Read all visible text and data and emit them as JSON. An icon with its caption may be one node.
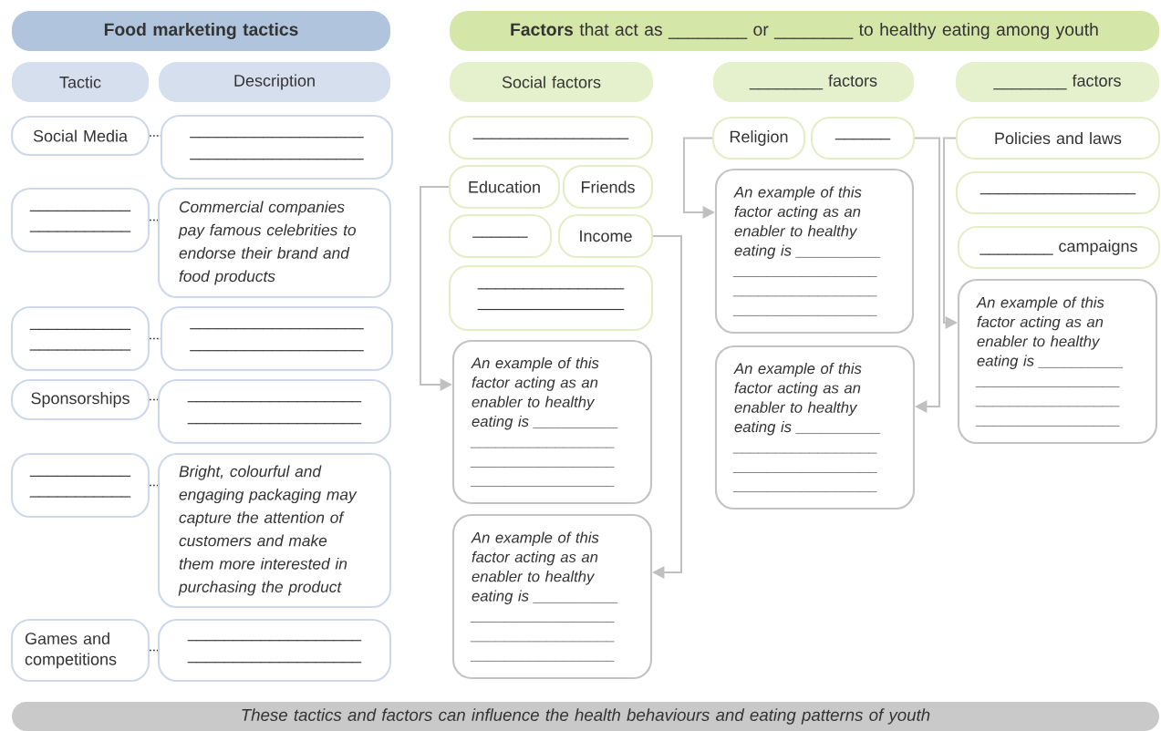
{
  "diagram": {
    "nodes": [
      {
        "text": [
          "Food marketing tactics"
        ]
      },
      {
        "text": [
          "Tactic"
        ]
      },
      {
        "text": [
          "Description"
        ]
      },
      {
        "text": [
          "Social Media"
        ]
      },
      {
        "text": [
          "___________________ ___________________"
        ]
      },
      {
        "text": [
          "___________ ___________"
        ]
      },
      {
        "text": [
          "Commercial companies pay famous celebrities to endorse their brand and food products"
        ]
      },
      {
        "text": [
          "___________ ___________"
        ]
      },
      {
        "text": [
          "___________________ ___________________"
        ]
      },
      {
        "text": [
          "Sponsorships"
        ]
      },
      {
        "text": [
          "___________________ ___________________"
        ]
      },
      {
        "text": [
          "___________ ___________"
        ]
      },
      {
        "text": [
          "Bright, colourful and engaging packaging may capture the attention of customers and make them more interested in purchasing the product"
        ]
      },
      {
        "text": [
          "Games and competitions"
        ]
      },
      {
        "text": [
          "___________________ ___________________"
        ]
      },
      {
        "text": [
          "**Factors** that act as ________ or ________ to healthy eating among youth"
        ]
      },
      {
        "text": [
          "Social factors"
        ]
      },
      {
        "text": [
          "________ factors"
        ]
      },
      {
        "text": [
          "________ factors"
        ]
      },
      {
        "text": [
          "_________________"
        ]
      },
      {
        "text": [
          "Education"
        ]
      },
      {
        "text": [
          "Friends"
        ]
      },
      {
        "text": [
          "______"
        ]
      },
      {
        "text": [
          "Income"
        ]
      },
      {
        "text": [
          "________________ ________________"
        ]
      },
      {
        "text": [
          "An example of this factor acting as an enabler to healthy eating is __________ _________________ _________________ _________________"
        ]
      },
      {
        "text": [
          "An example of this factor acting as an enabler to healthy eating is __________ _________________ _________________ _________________"
        ]
      },
      {
        "text": [
          "Religion"
        ]
      },
      {
        "text": [
          "______"
        ]
      },
      {
        "text": [
          "An example of this factor acting as an enabler to healthy eating is __________ _________________ _________________ _________________"
        ]
      },
      {
        "text": [
          "An example of this factor acting as an enabler to healthy eating is __________ _________________ _________________ _________________"
        ]
      },
      {
        "text": [
          "Policies and laws"
        ]
      },
      {
        "text": [
          "_________________"
        ]
      },
      {
        "text": [
          "________ campaigns"
        ]
      },
      {
        "text": [
          "An example of this factor acting as an enabler to healthy eating is __________ _________________ _________________ _________________"
        ]
      },
      {
        "text": [
          "These tactics and factors can influence the health behaviours and eating patterns of youth"
        ]
      }
    ],
    "edges": [
      {
        "from": 3,
        "to": 4,
        "arrow": "none",
        "style": "dashed",
        "color": "#333333"
      },
      {
        "from": 5,
        "to": 6,
        "arrow": "none",
        "style": "dashed",
        "color": "#333333"
      },
      {
        "from": 7,
        "to": 8,
        "arrow": "none",
        "style": "dashed",
        "color": "#333333"
      },
      {
        "from": 9,
        "to": 10,
        "arrow": "none",
        "style": "dashed",
        "color": "#333333"
      },
      {
        "from": 11,
        "to": 12,
        "arrow": "none",
        "style": "dashed",
        "color": "#333333"
      },
      {
        "from": 13,
        "to": 14,
        "arrow": "none",
        "style": "dashed",
        "color": "#333333"
      },
      {
        "from": 20,
        "to": 25,
        "arrow": "to",
        "color": "#c0c0c0"
      },
      {
        "from": 23,
        "to": 26,
        "arrow": "to",
        "color": "#c0c0c0"
      },
      {
        "from": 27,
        "to": 29,
        "arrow": "to",
        "color": "#c0c0c0"
      },
      {
        "from": 28,
        "to": 30,
        "arrow": "to",
        "color": "#c0c0c0"
      },
      {
        "from": 31,
        "to": 34,
        "arrow": "to",
        "color": "#c0c0c0"
      }
    ]
  }
}
